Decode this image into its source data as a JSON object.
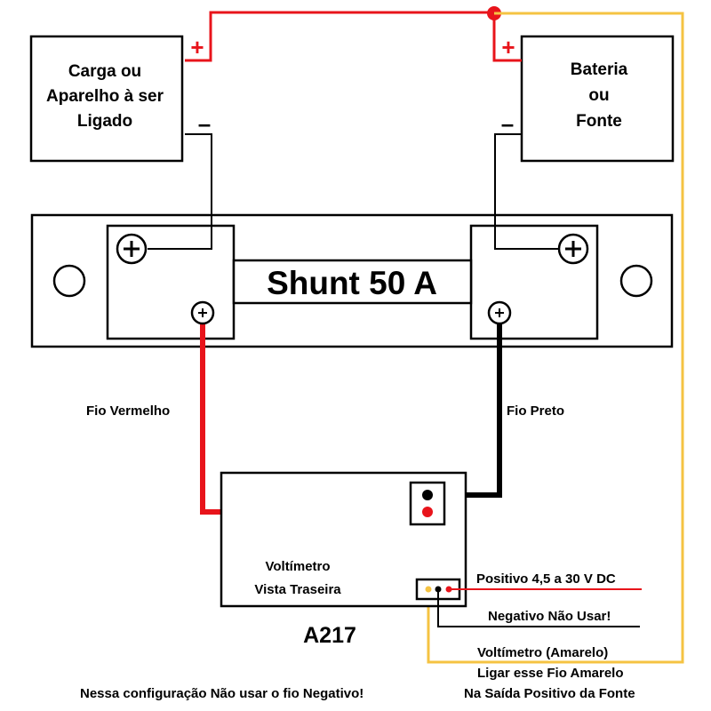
{
  "load_box": {
    "line1": "Carga ou",
    "line2": "Aparelho à ser",
    "line3": "Ligado"
  },
  "battery_box": {
    "line1": "Bateria",
    "line2": "ou",
    "line3": "Fonte"
  },
  "shunt": {
    "label": "Shunt 50 A"
  },
  "polarity": {
    "plus": "+",
    "minus": "–"
  },
  "wires": {
    "red_label": "Fio Vermelho",
    "black_label": "Fio Preto"
  },
  "voltmeter": {
    "line1": "Voltímetro",
    "line2": "Vista Traseira",
    "model": "A217"
  },
  "notes": {
    "positive": "Positivo 4,5 a 30 V DC",
    "negative": "Negativo Não Usar!",
    "yellow1": "Voltímetro (Amarelo)",
    "yellow2": "Ligar esse Fio Amarelo",
    "yellow3": "Na Saída Positivo da Fonte",
    "footer": "Nessa configuração Não usar o fio Negativo!"
  },
  "colors": {
    "red": "#e8141b",
    "black": "#000000",
    "yellow": "#f5c342"
  }
}
